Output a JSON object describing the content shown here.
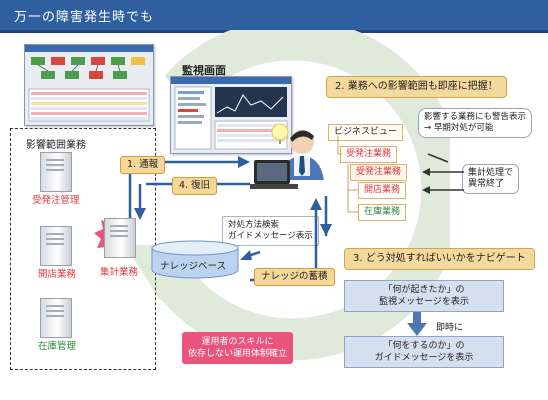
{
  "header": {
    "title": "万一の障害発生時でも"
  },
  "monitor": {
    "title": "監視画面"
  },
  "scope": {
    "title": "影響範囲業務"
  },
  "servers": [
    {
      "label": "受発注管理",
      "color": "#e2363c"
    },
    {
      "label": "開店業務",
      "color": "#e2363c"
    },
    {
      "label": "集計業務",
      "color": "#e2363c"
    },
    {
      "label": "在庫管理",
      "color": "#2b8a3e"
    }
  ],
  "arrows": {
    "report": "1. 通報",
    "recover": "4. 復旧"
  },
  "callouts": {
    "impact": "2. 業務への影響範囲も即座に把握！",
    "navigate": "3. どう対処すればいいかをナビゲート"
  },
  "business_view": {
    "title": "ビジネスビュー",
    "items": [
      "受発注業務",
      "受発注業務",
      "開店業務",
      "在庫業務"
    ]
  },
  "notes": {
    "warning_line1": "影響する業務にも警告表示",
    "warning_line2": "→ 早期対処が可能",
    "abnormal_line1": "集計処理で",
    "abnormal_line2": "異常終了"
  },
  "knowledge": {
    "search_line1": "対処方法検索",
    "search_line2": "ガイドメッセージ表示",
    "base": "ナレッジベース",
    "accumulate": "ナレッジの蓄積"
  },
  "steps": {
    "what_line1": "「何が起きたか」の",
    "what_line2": "監視メッセージを表示",
    "immediately": "即時に",
    "todo_line1": "「何をするのか」の",
    "todo_line2": "ガイドメッセージを表示"
  },
  "slogan": {
    "line1": "運用者のスキルに",
    "line2": "依存しない運用体制確立"
  },
  "colors": {
    "header": "#2f5f9e",
    "accent_pink": "#e8547c",
    "arrow": "#2f5f9e",
    "swirl": "#dde9d9"
  }
}
